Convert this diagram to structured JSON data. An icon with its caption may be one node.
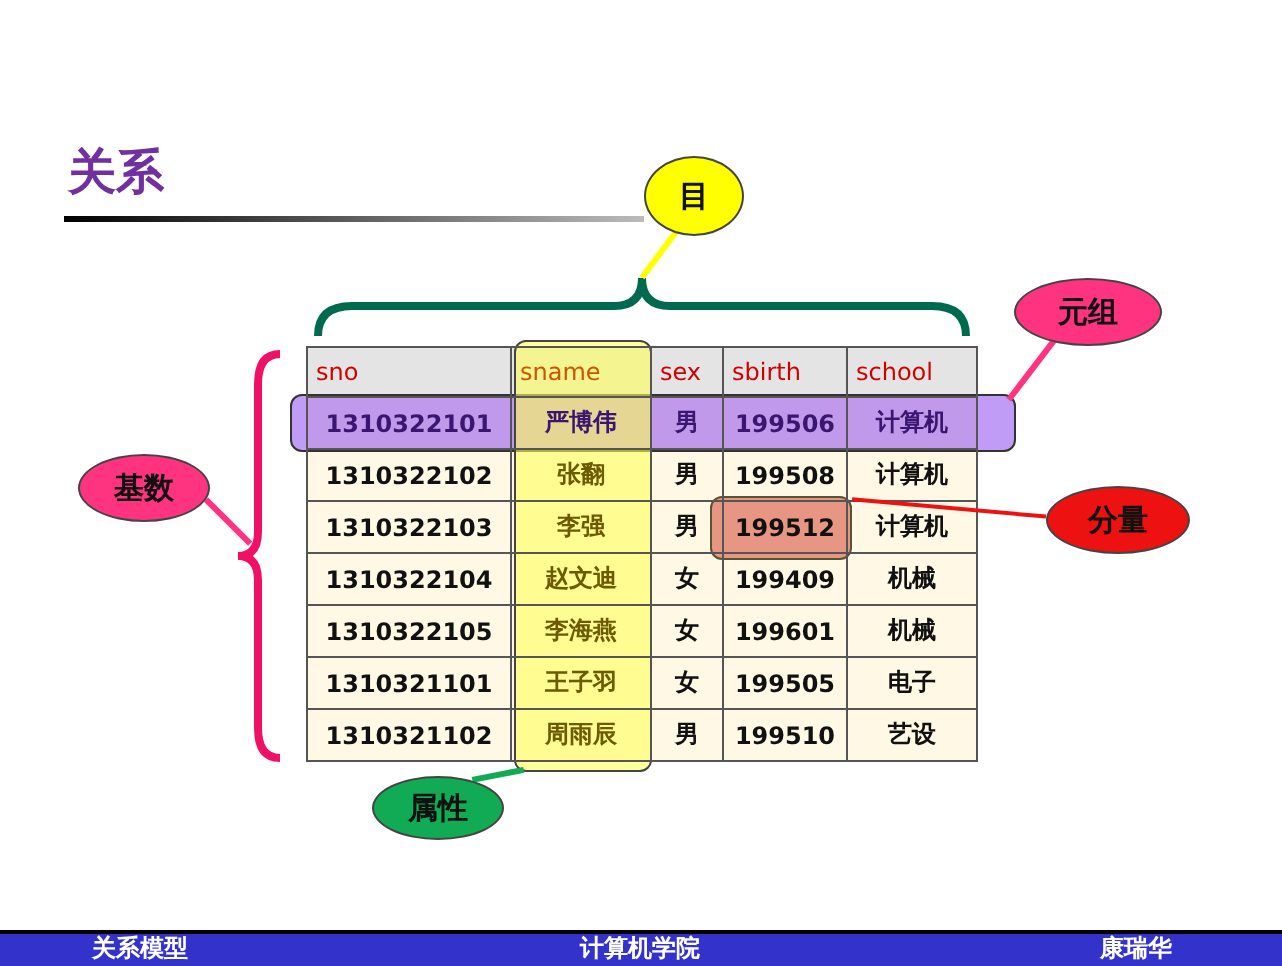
{
  "diagram": {
    "title": "关系",
    "nodes": [
      {
        "text": [
          "目"
        ]
      },
      {
        "text": [],
        "shape": "brace"
      },
      {
        "text": [
          "元组"
        ]
      },
      {
        "text": [],
        "shape": "box"
      },
      {
        "text": [
          "分量"
        ]
      },
      {
        "text": [],
        "shape": "box"
      },
      {
        "text": [
          "基数"
        ]
      },
      {
        "text": [],
        "shape": "brace"
      },
      {
        "text": [
          "属性"
        ]
      },
      {
        "text": [],
        "shape": "box"
      }
    ],
    "edges": [
      {
        "from": 0,
        "to": 1,
        "arrow": "none",
        "color": "#ffff00"
      },
      {
        "from": 2,
        "to": 3,
        "arrow": "none",
        "color": "#ff3380"
      },
      {
        "from": 4,
        "to": 5,
        "arrow": "none",
        "color": "#ee1111"
      },
      {
        "from": 6,
        "to": 7,
        "arrow": "none",
        "color": "#ff3380"
      },
      {
        "from": 8,
        "to": 9,
        "arrow": "none",
        "color": "#11aa55"
      }
    ],
    "labels": [
      "sno",
      "sname",
      "sex",
      "sbirth",
      "school",
      "1310322101",
      "严博伟",
      "男",
      "199506",
      "计算机",
      "1310322102",
      "张翻",
      "男",
      "199508",
      "计算机",
      "1310322103",
      "李强",
      "男",
      "199512",
      "计算机",
      "1310322104",
      "赵文迪",
      "女",
      "199409",
      "机械",
      "1310322105",
      "李海燕",
      "女",
      "199601",
      "机械",
      "1310321101",
      "王子羽",
      "女",
      "199505",
      "电子",
      "1310321102",
      "周雨辰",
      "男",
      "199510",
      "艺设",
      "关系模型",
      "计算机学院",
      "康瑞华"
    ]
  }
}
